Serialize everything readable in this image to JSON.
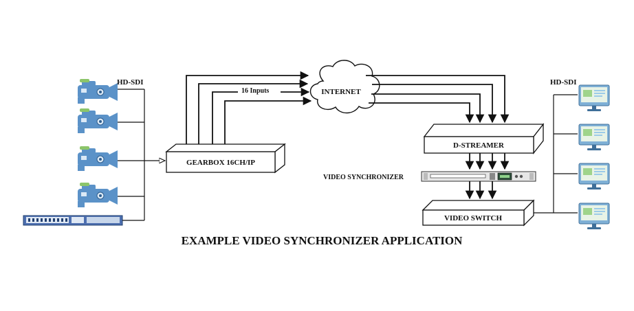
{
  "labels": {
    "hd_sdi_left": "HD-SDI",
    "hd_sdi_right": "HD-SDI",
    "inputs": "16 Inputs",
    "internet": "INTERNET",
    "gearbox": "GEARBOX 16CH/IP",
    "dstreamer": "D-STREAMER",
    "video_synchronizer": "VIDEO SYNCHRONIZER",
    "video_switch": "VIDEO SWITCH"
  },
  "caption": "EXAMPLE VIDEO SYNCHRONIZER APPLICATION",
  "colors": {
    "camera": "#5b92c8",
    "camera_accent": "#8cc56a",
    "monitor": "#7fb0d6",
    "monitor_screen": "#e8f3e6",
    "switcher": "#4d6fb0",
    "line": "#111111"
  },
  "icons": {
    "source_devices": [
      "camera-icon",
      "camera-icon",
      "camera-icon",
      "camera-icon",
      "video-switcher-panel-icon"
    ],
    "displays": [
      "monitor-icon",
      "monitor-icon",
      "monitor-icon",
      "monitor-icon"
    ]
  }
}
